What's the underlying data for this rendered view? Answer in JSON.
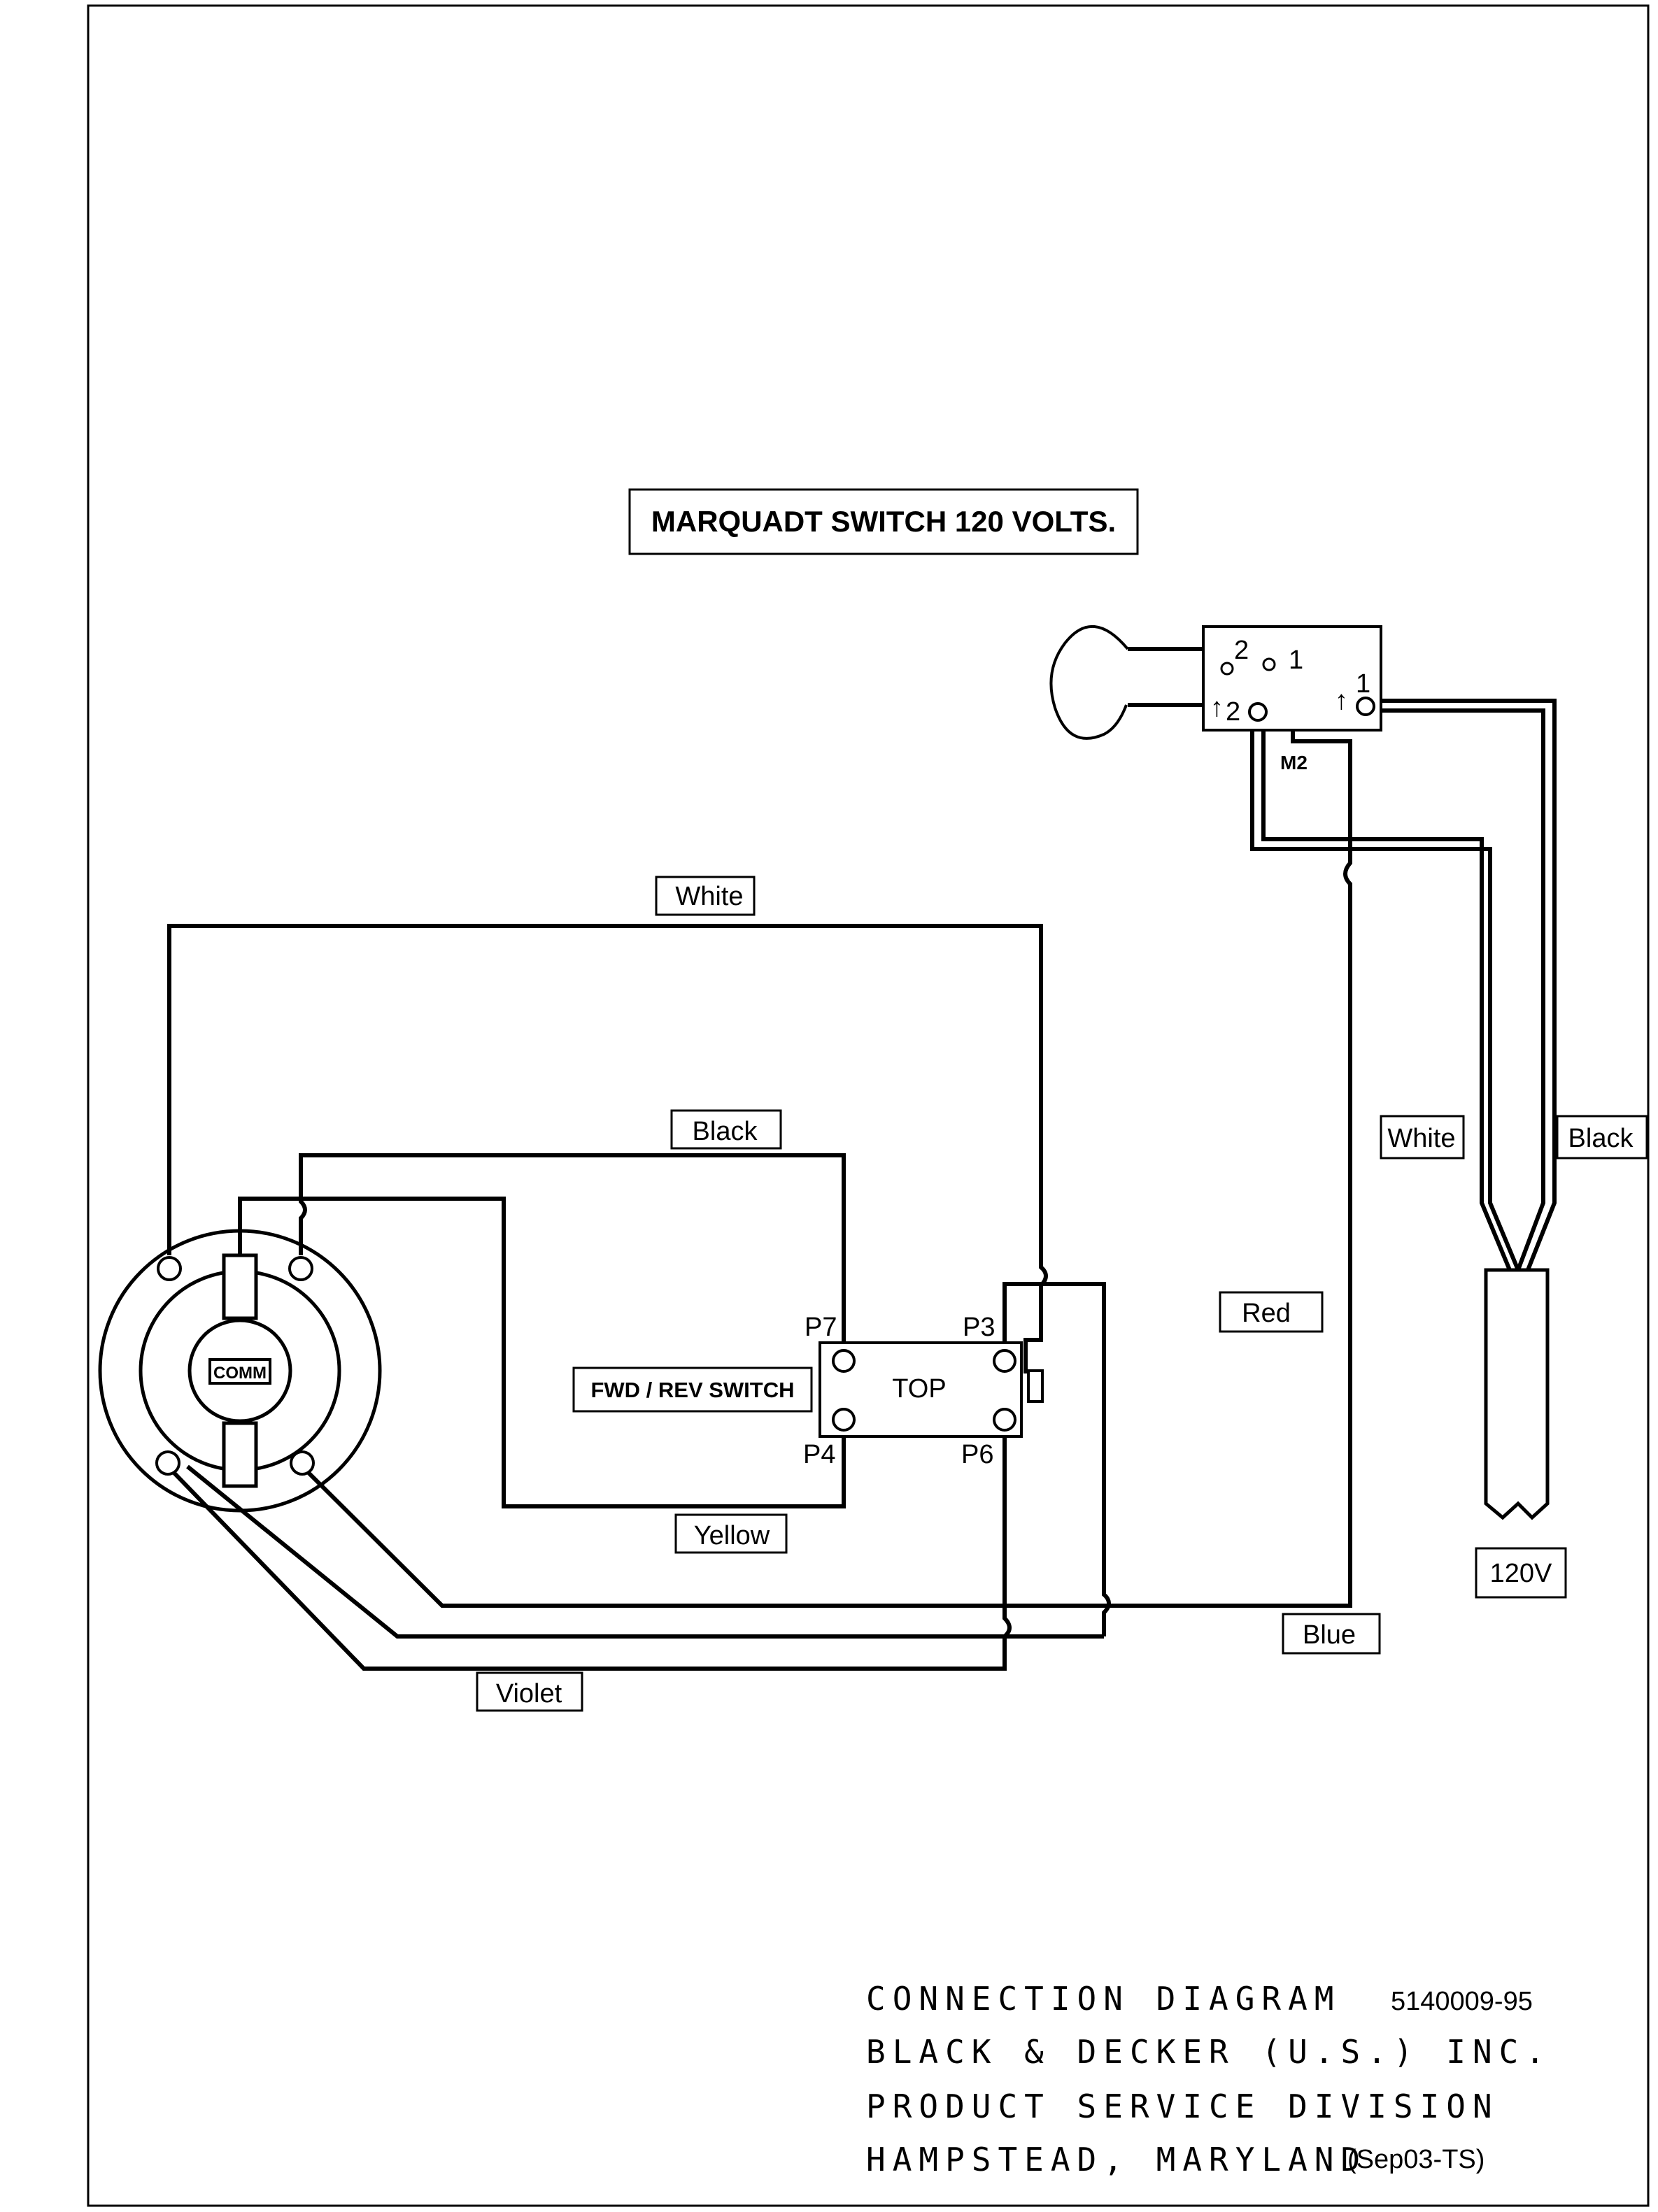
{
  "title": "MARQUADT SWITCH 120 VOLTS.",
  "wire_labels": {
    "white_top": "White",
    "black_mid": "Black",
    "yellow": "Yellow",
    "violet": "Violet",
    "blue": "Blue",
    "red": "Red",
    "white_cord": "White",
    "black_cord": "Black"
  },
  "motor": {
    "comm_label": "COMM"
  },
  "fwd_rev_switch": {
    "label": "FWD / REV SWITCH",
    "top_label": "TOP",
    "p7": "P7",
    "p3": "P3",
    "p4": "P4",
    "p6": "P6"
  },
  "marquadt": {
    "t2_top": "2",
    "t1_top": "1",
    "t2_bottom": "2",
    "t1_bottom": "1",
    "m2": "M2"
  },
  "power": {
    "voltage": "120V"
  },
  "title_block": {
    "line1_prefix": "CONNECTION DIAGRAM",
    "diagram_number": "5140009-95",
    "line2": "BLACK & DECKER (U.S.) INC.",
    "line3": "PRODUCT SERVICE DIVISION",
    "line4": "HAMPSTEAD, MARYLAND",
    "revision": "(Sep03-TS)"
  }
}
